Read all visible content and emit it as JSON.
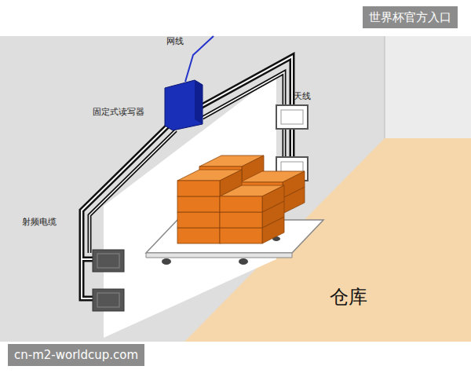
{
  "diagram": {
    "labels": [
      "世界杯官方入口",
      "网线",
      "固定式读写器",
      "天线",
      "射频电缆",
      "仓库",
      "cn-m2-worldcup.com"
    ]
  }
}
